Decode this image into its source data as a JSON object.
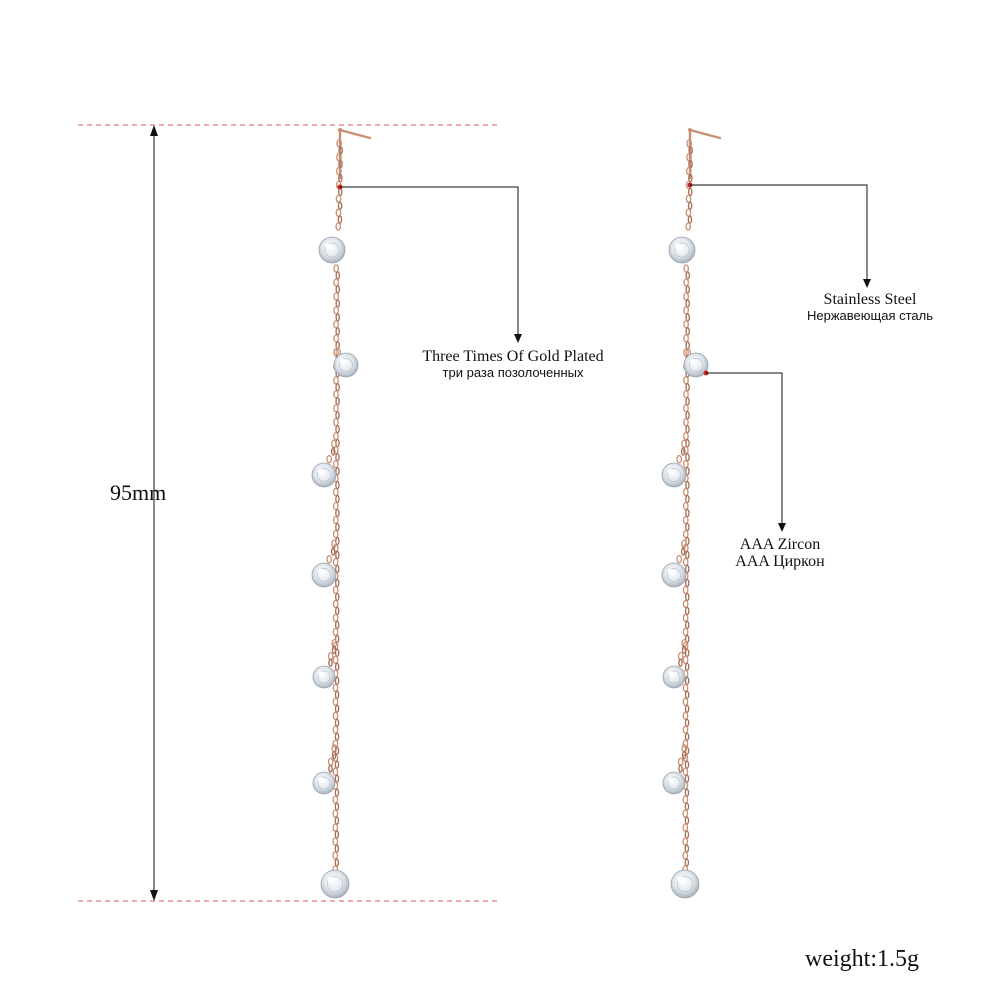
{
  "annotations": {
    "dimension": "95mm",
    "plating": {
      "en": "Three Times Of Gold Plated",
      "ru": "три раза позолоченных"
    },
    "material": {
      "en": "Stainless Steel",
      "ru": "Нержавеющая сталь"
    },
    "stone": {
      "en": "AAA Zircon",
      "ru": "AAA Циркон"
    },
    "weight": "weight:1.5g"
  },
  "colors": {
    "chain": "#c98f74",
    "chain_dark": "#a86d55",
    "guide_line": "#e05a5a",
    "callout": "#111111",
    "callout_dot": "#cc1f1f",
    "stone": "#e8edf2"
  },
  "icons": [
    "ear-hook-icon",
    "zircon-stone-icon",
    "chain-icon",
    "arrow-icon"
  ]
}
